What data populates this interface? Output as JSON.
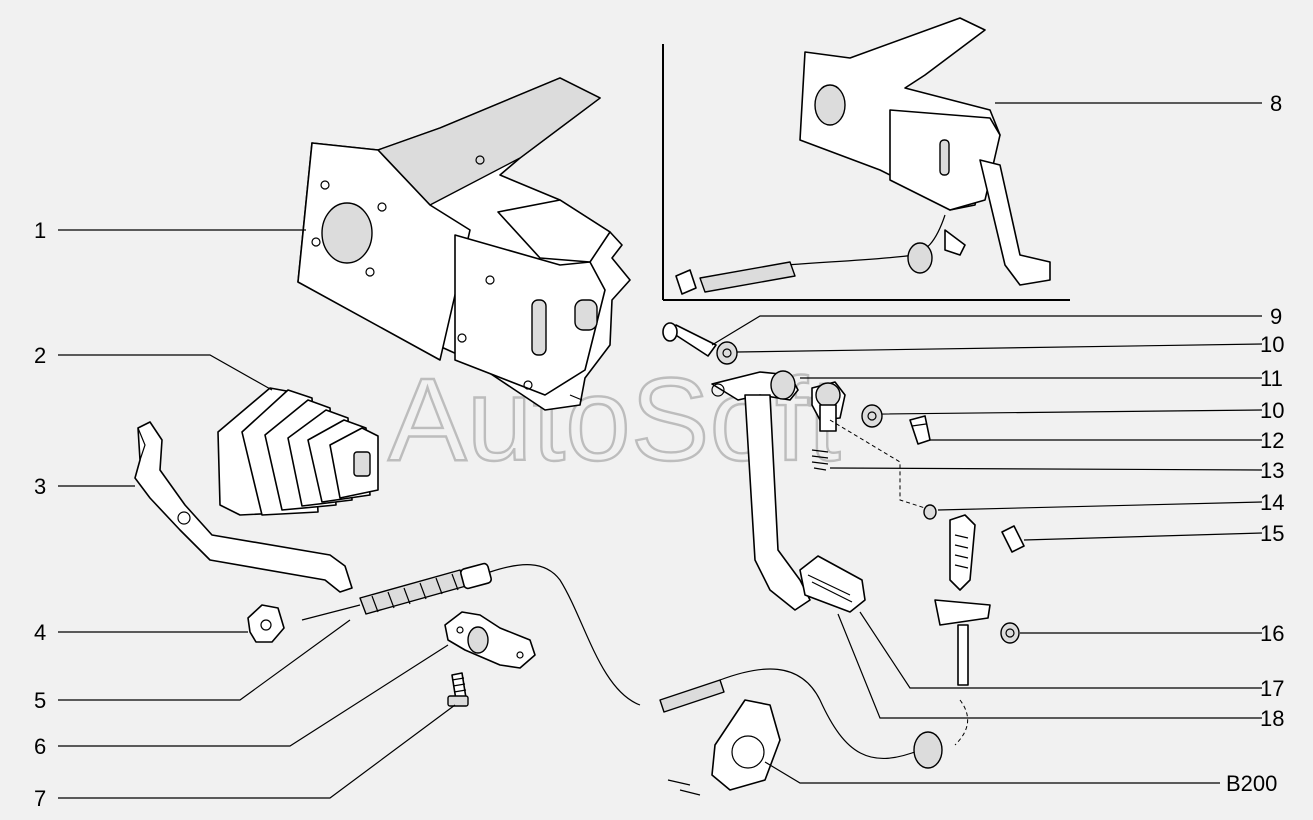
{
  "watermark": "AutoSoft",
  "figure_code": "B200",
  "callouts": {
    "c1": "1",
    "c2": "2",
    "c3": "3",
    "c4": "4",
    "c5": "5",
    "c6": "6",
    "c7": "7",
    "c8": "8",
    "c9": "9",
    "c10a": "10",
    "c11": "11",
    "c10b": "10",
    "c12": "12",
    "c13": "13",
    "c14": "14",
    "c15": "15",
    "c16": "16",
    "c17": "17",
    "c18": "18"
  }
}
